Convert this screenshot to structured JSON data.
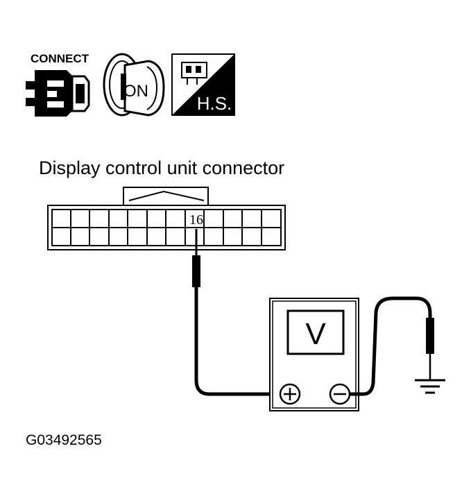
{
  "icons": {
    "connect_label": "CONNECT",
    "connect_icon": "connector-plug-icon",
    "ignition_label": "ON",
    "ignition_icon": "ignition-key-icon",
    "harness_label": "H.S.",
    "harness_icon": "harness-side-icon"
  },
  "diagram": {
    "title": "Display control unit connector",
    "pin_label": "16",
    "meter_symbol": "V",
    "plus_symbol": "+",
    "minus_symbol": "−",
    "ground_icon": "ground-symbol-icon"
  },
  "figure_id": "G03492565",
  "colors": {
    "ink": "#000000",
    "paper": "#ffffff"
  }
}
